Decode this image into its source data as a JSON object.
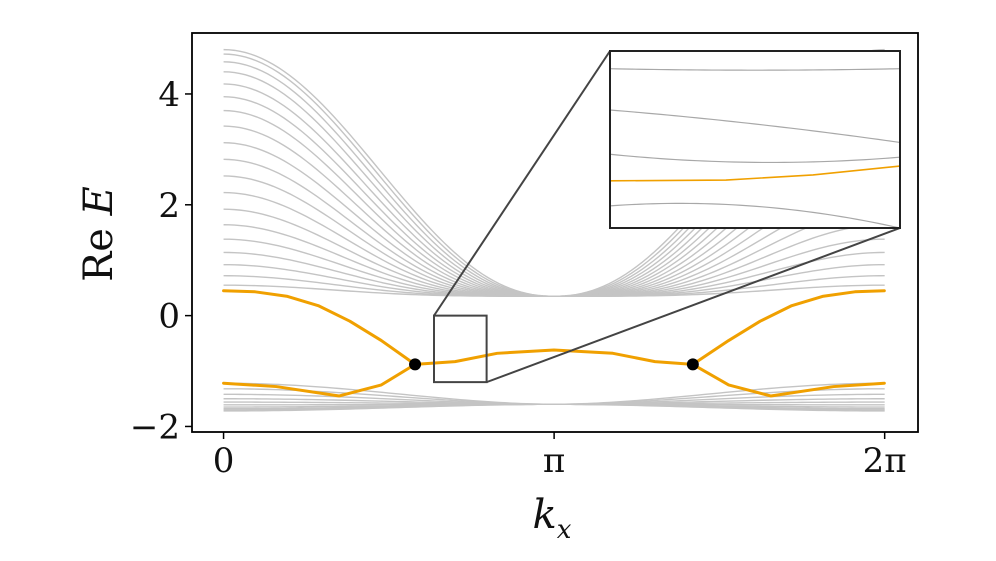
{
  "chart_data": {
    "type": "line",
    "title": "",
    "xlabel": "k_x",
    "ylabel": "Re E",
    "xlim": [
      -0.3,
      6.6
    ],
    "ylim": [
      -2.1,
      5.1
    ],
    "x_ticks": [
      {
        "value": 0,
        "label": "0"
      },
      {
        "value": 3.14159,
        "label": "π"
      },
      {
        "value": 6.28319,
        "label": "2π"
      }
    ],
    "y_ticks": [
      {
        "value": -2,
        "label": "−2"
      },
      {
        "value": 0,
        "label": "0"
      },
      {
        "value": 2,
        "label": "2"
      },
      {
        "value": 4,
        "label": "4"
      }
    ],
    "grid": false,
    "legend": "none",
    "colors": {
      "bulk": "#c4c4c4",
      "edge": "#f0a000",
      "points": "#000000",
      "frame": "#000000",
      "inset_frame": "#444444"
    },
    "bulk_band_edge_values_at_k0": [
      4.8,
      4.72,
      4.58,
      4.4,
      4.18,
      3.95,
      3.7,
      3.42,
      3.12,
      2.82,
      2.52,
      2.22,
      1.92,
      1.64,
      1.38,
      1.14,
      0.92,
      0.72,
      0.55
    ],
    "bulk_band_convergence_point": {
      "x": 3.14159,
      "y": 0.35
    },
    "lower_bulk_band_values": [
      -1.22,
      -1.32,
      -1.42,
      -1.5,
      -1.56,
      -1.61,
      -1.65,
      -1.68,
      -1.7,
      -1.72
    ],
    "edge_series": [
      {
        "x": [
          0.0,
          0.3,
          0.6,
          0.9,
          1.2,
          1.5,
          1.82
        ],
        "y": [
          0.45,
          0.43,
          0.35,
          0.18,
          -0.1,
          -0.45,
          -0.88
        ]
      },
      {
        "x": [
          1.82,
          2.2,
          2.6,
          3.14,
          3.7,
          4.1,
          4.46
        ],
        "y": [
          -0.88,
          -0.83,
          -0.68,
          -0.62,
          -0.68,
          -0.83,
          -0.88
        ]
      },
      {
        "x": [
          4.46,
          4.8,
          5.1,
          5.4,
          5.7,
          6.0,
          6.28
        ],
        "y": [
          -0.88,
          -0.45,
          -0.1,
          0.18,
          0.35,
          0.43,
          0.45
        ]
      },
      {
        "x": [
          0.0,
          0.5,
          1.1,
          1.5,
          1.82
        ],
        "y": [
          -1.22,
          -1.28,
          -1.45,
          -1.25,
          -0.88
        ]
      },
      {
        "x": [
          4.46,
          4.8,
          5.2,
          5.8,
          6.28
        ],
        "y": [
          -0.88,
          -1.25,
          -1.45,
          -1.28,
          -1.22
        ]
      }
    ],
    "exceptional_points": [
      {
        "x": 1.82,
        "y": -0.88
      },
      {
        "x": 4.46,
        "y": -0.88
      }
    ],
    "inset": {
      "zoom_region": {
        "x": [
          2.0,
          2.5
        ],
        "y": [
          -1.2,
          0.0
        ]
      },
      "placement": "top-right"
    }
  }
}
